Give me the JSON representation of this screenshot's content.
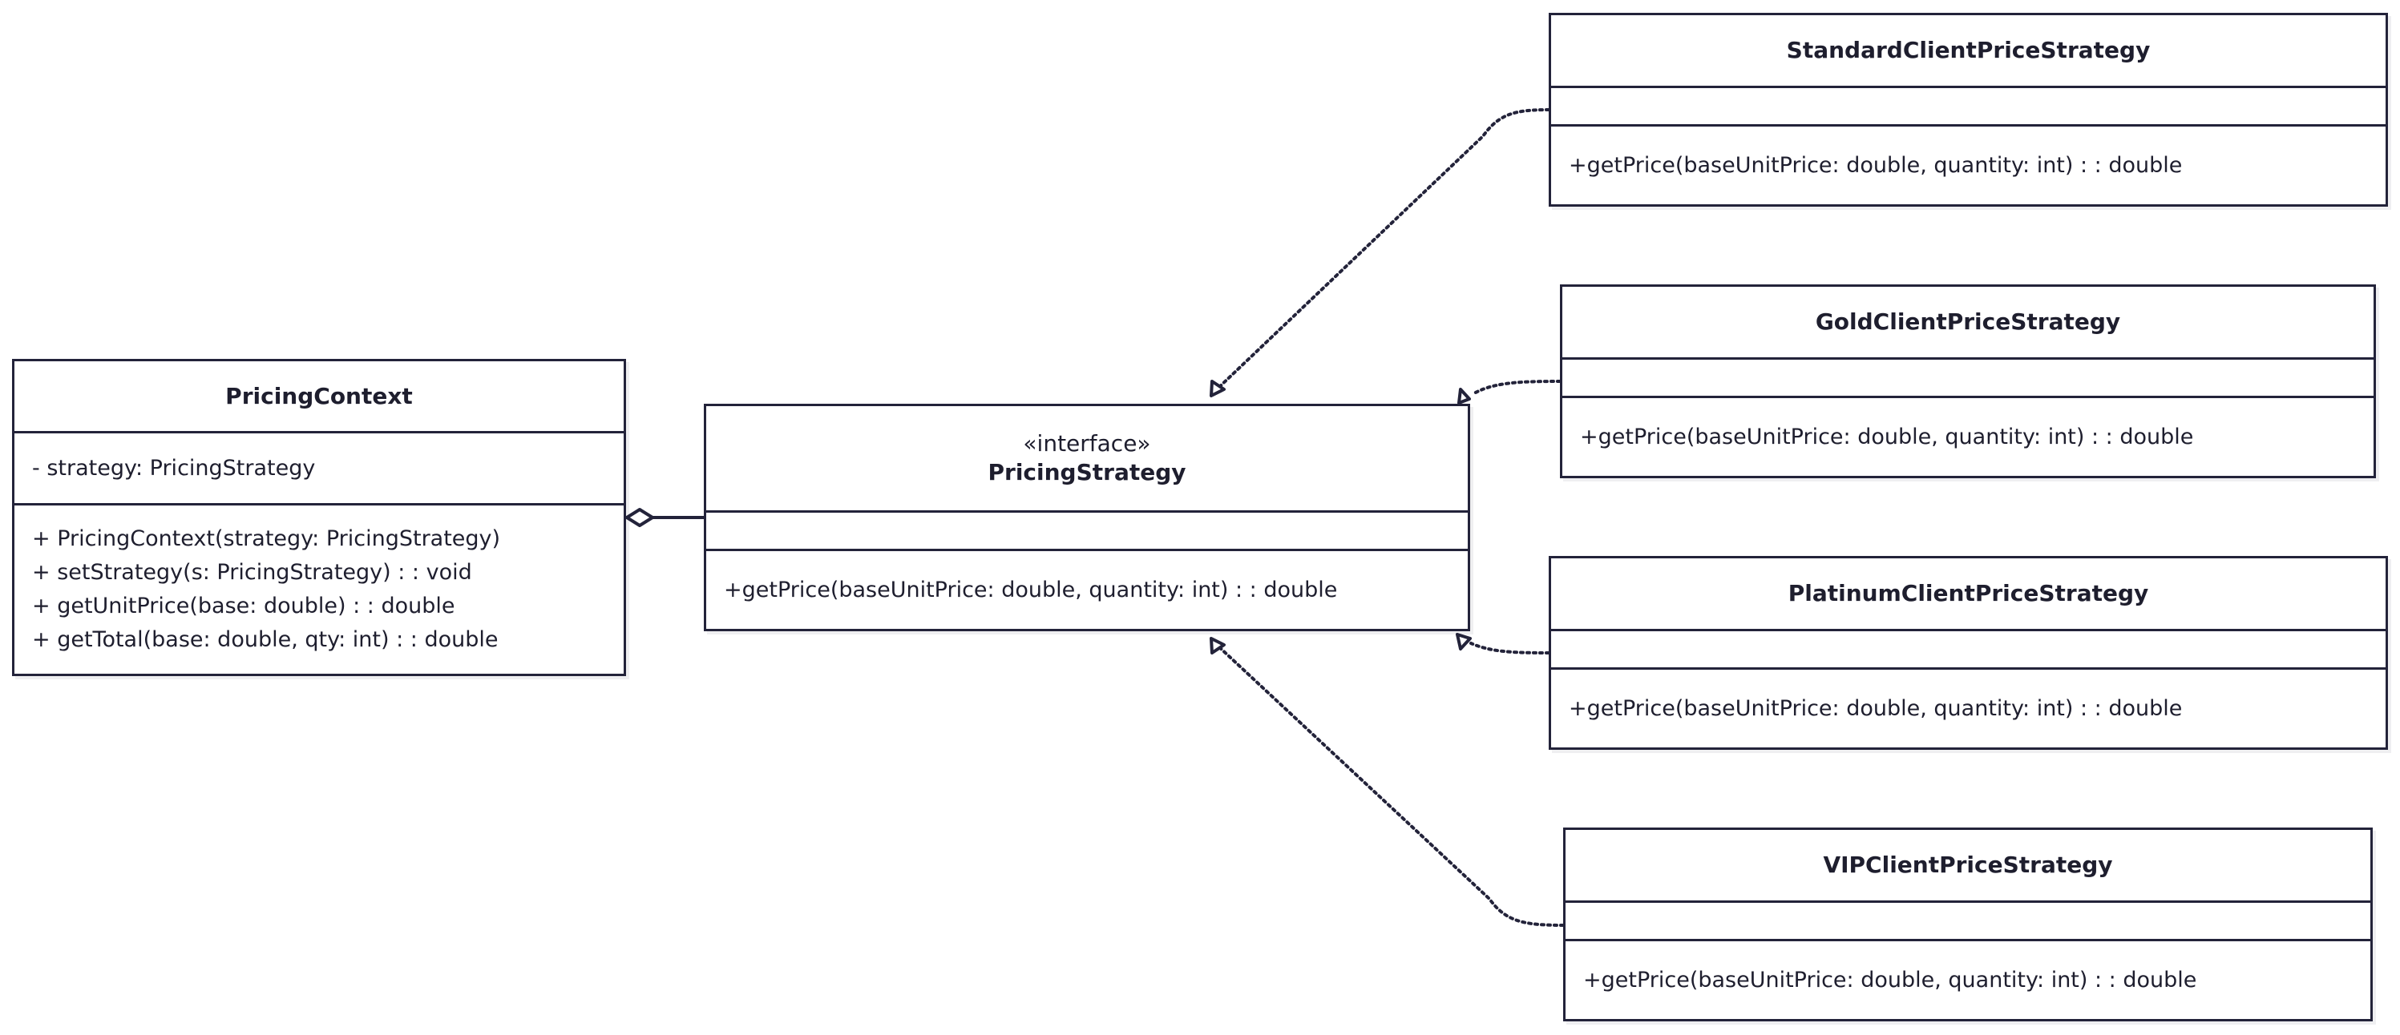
{
  "diagram": {
    "colors": {
      "stroke": "#23233a",
      "text": "#1e1e2e",
      "background": "#ffffff"
    },
    "classes": {
      "pricing_context": {
        "name": "PricingContext",
        "attributes": [
          "- strategy: PricingStrategy"
        ],
        "methods": [
          "+ PricingContext(strategy: PricingStrategy)",
          "+ setStrategy(s: PricingStrategy) : : void",
          "+ getUnitPrice(base: double) : : double",
          "+ getTotal(base: double, qty: int) : : double"
        ]
      },
      "pricing_strategy": {
        "stereotype": "«interface»",
        "name": "PricingStrategy",
        "attributes": [],
        "methods": [
          "+getPrice(baseUnitPrice: double, quantity: int) : : double"
        ]
      },
      "standard_client": {
        "name": "StandardClientPriceStrategy",
        "attributes": [],
        "methods": [
          "+getPrice(baseUnitPrice: double, quantity: int) : : double"
        ]
      },
      "gold_client": {
        "name": "GoldClientPriceStrategy",
        "attributes": [],
        "methods": [
          "+getPrice(baseUnitPrice: double, quantity: int) : : double"
        ]
      },
      "platinum_client": {
        "name": "PlatinumClientPriceStrategy",
        "attributes": [],
        "methods": [
          "+getPrice(baseUnitPrice: double, quantity: int) : : double"
        ]
      },
      "vip_client": {
        "name": "VIPClientPriceStrategy",
        "attributes": [],
        "methods": [
          "+getPrice(baseUnitPrice: double, quantity: int) : : double"
        ]
      }
    },
    "relationships": [
      {
        "type": "aggregation",
        "from": "pricing_context",
        "to": "pricing_strategy"
      },
      {
        "type": "realization",
        "from": "standard_client",
        "to": "pricing_strategy"
      },
      {
        "type": "realization",
        "from": "gold_client",
        "to": "pricing_strategy"
      },
      {
        "type": "realization",
        "from": "platinum_client",
        "to": "pricing_strategy"
      },
      {
        "type": "realization",
        "from": "vip_client",
        "to": "pricing_strategy"
      }
    ]
  }
}
